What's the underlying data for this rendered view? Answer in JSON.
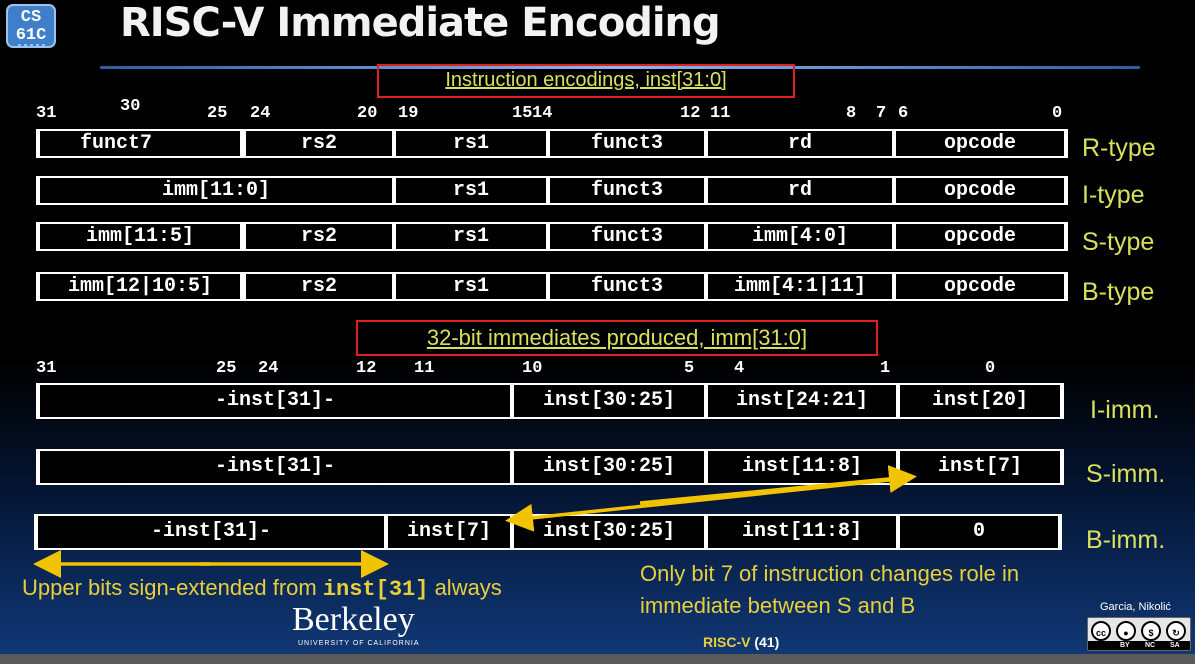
{
  "header": {
    "logo_line1": "CS",
    "logo_line2": "61C",
    "title": "RISC-V Immediate Encoding"
  },
  "encodings": {
    "subtitle": "Instruction encodings, inst[31:0]",
    "bit_labels": [
      "31",
      "30",
      "25",
      "24",
      "20",
      "19",
      "15",
      "14",
      "12",
      "11",
      "8",
      "7",
      "6",
      "0"
    ],
    "rows": [
      {
        "type": "R-type",
        "fields": [
          "funct7",
          "rs2",
          "rs1",
          "funct3",
          "rd",
          "opcode"
        ]
      },
      {
        "type": "I-type",
        "fields": [
          "imm[11:0]",
          "rs1",
          "funct3",
          "rd",
          "opcode"
        ]
      },
      {
        "type": "S-type",
        "fields": [
          "imm[11:5]",
          "rs2",
          "rs1",
          "funct3",
          "imm[4:0]",
          "opcode"
        ]
      },
      {
        "type": "B-type",
        "fields": [
          "imm[12|10:5]",
          "rs2",
          "rs1",
          "funct3",
          "imm[4:1|11]",
          "opcode"
        ]
      }
    ]
  },
  "immediates": {
    "subtitle": "32-bit immediates produced, imm[31:0]",
    "bit_labels": [
      "31",
      "25",
      "24",
      "12",
      "11",
      "10",
      "5",
      "4",
      "1",
      "0"
    ],
    "rows": [
      {
        "type": "I-imm.",
        "fields": [
          "-inst[31]-",
          "inst[30:25]",
          "inst[24:21]",
          "inst[20]"
        ]
      },
      {
        "type": "S-imm.",
        "fields": [
          "-inst[31]-",
          "inst[30:25]",
          "inst[11:8]",
          "inst[7]"
        ]
      },
      {
        "type": "B-imm.",
        "fields": [
          "-inst[31]-",
          "inst[7]",
          "inst[30:25]",
          "inst[11:8]",
          "0"
        ]
      }
    ]
  },
  "notes": {
    "left_prefix": "Upper bits sign-extended from ",
    "left_code": "inst[31]",
    "left_suffix": " always",
    "right_line1": "Only bit 7 of instruction changes role in",
    "right_line2": "immediate between S and B"
  },
  "footer": {
    "university": "Berkeley",
    "university_sub": "UNIVERSITY OF CALIFORNIA",
    "topic": "RISC-V",
    "page": "(41)",
    "authors": "Garcia, Nikolić",
    "license_labels": [
      "BY",
      "NC",
      "SA"
    ]
  },
  "colors": {
    "accent_yellow": "#d9e05c",
    "arrow_yellow": "#f2c300",
    "highlight_red": "#e02020"
  }
}
